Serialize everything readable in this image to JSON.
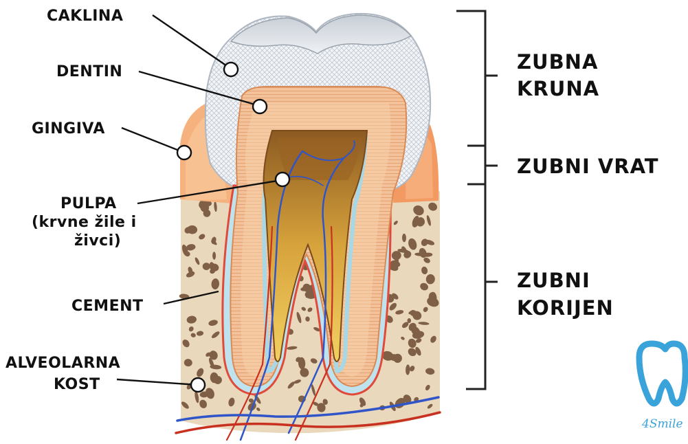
{
  "labels": {
    "caklina": "CAKLINA",
    "dentin": "DENTIN",
    "gingiva": "GINGIVA",
    "pulpa_1": "PULPA",
    "pulpa_2": "(krvne žile i",
    "pulpa_3": "živci)",
    "cement": "CEMENT",
    "alveolarna_1": "ALVEOLARNA",
    "alveolarna_2": "KOST"
  },
  "regions": {
    "kruna_1": "ZUBNA",
    "kruna_2": "KRUNA",
    "vrat": "ZUBNI VRAT",
    "korijen_1": "ZUBNI",
    "korijen_2": "KORIJEN"
  },
  "brand": {
    "name": "4Smile",
    "color": "#3aa3d9"
  },
  "colors": {
    "enamel": "#e3e8ed",
    "dentin": "#f0b98c",
    "pulp": "#c88a3a",
    "gum": "#f6b27e",
    "bone": "#ead8bd",
    "bone_holes": "#7a5a40",
    "vein": "#2f55c8",
    "artery": "#d0432e",
    "cement": "#9fd2e3"
  }
}
